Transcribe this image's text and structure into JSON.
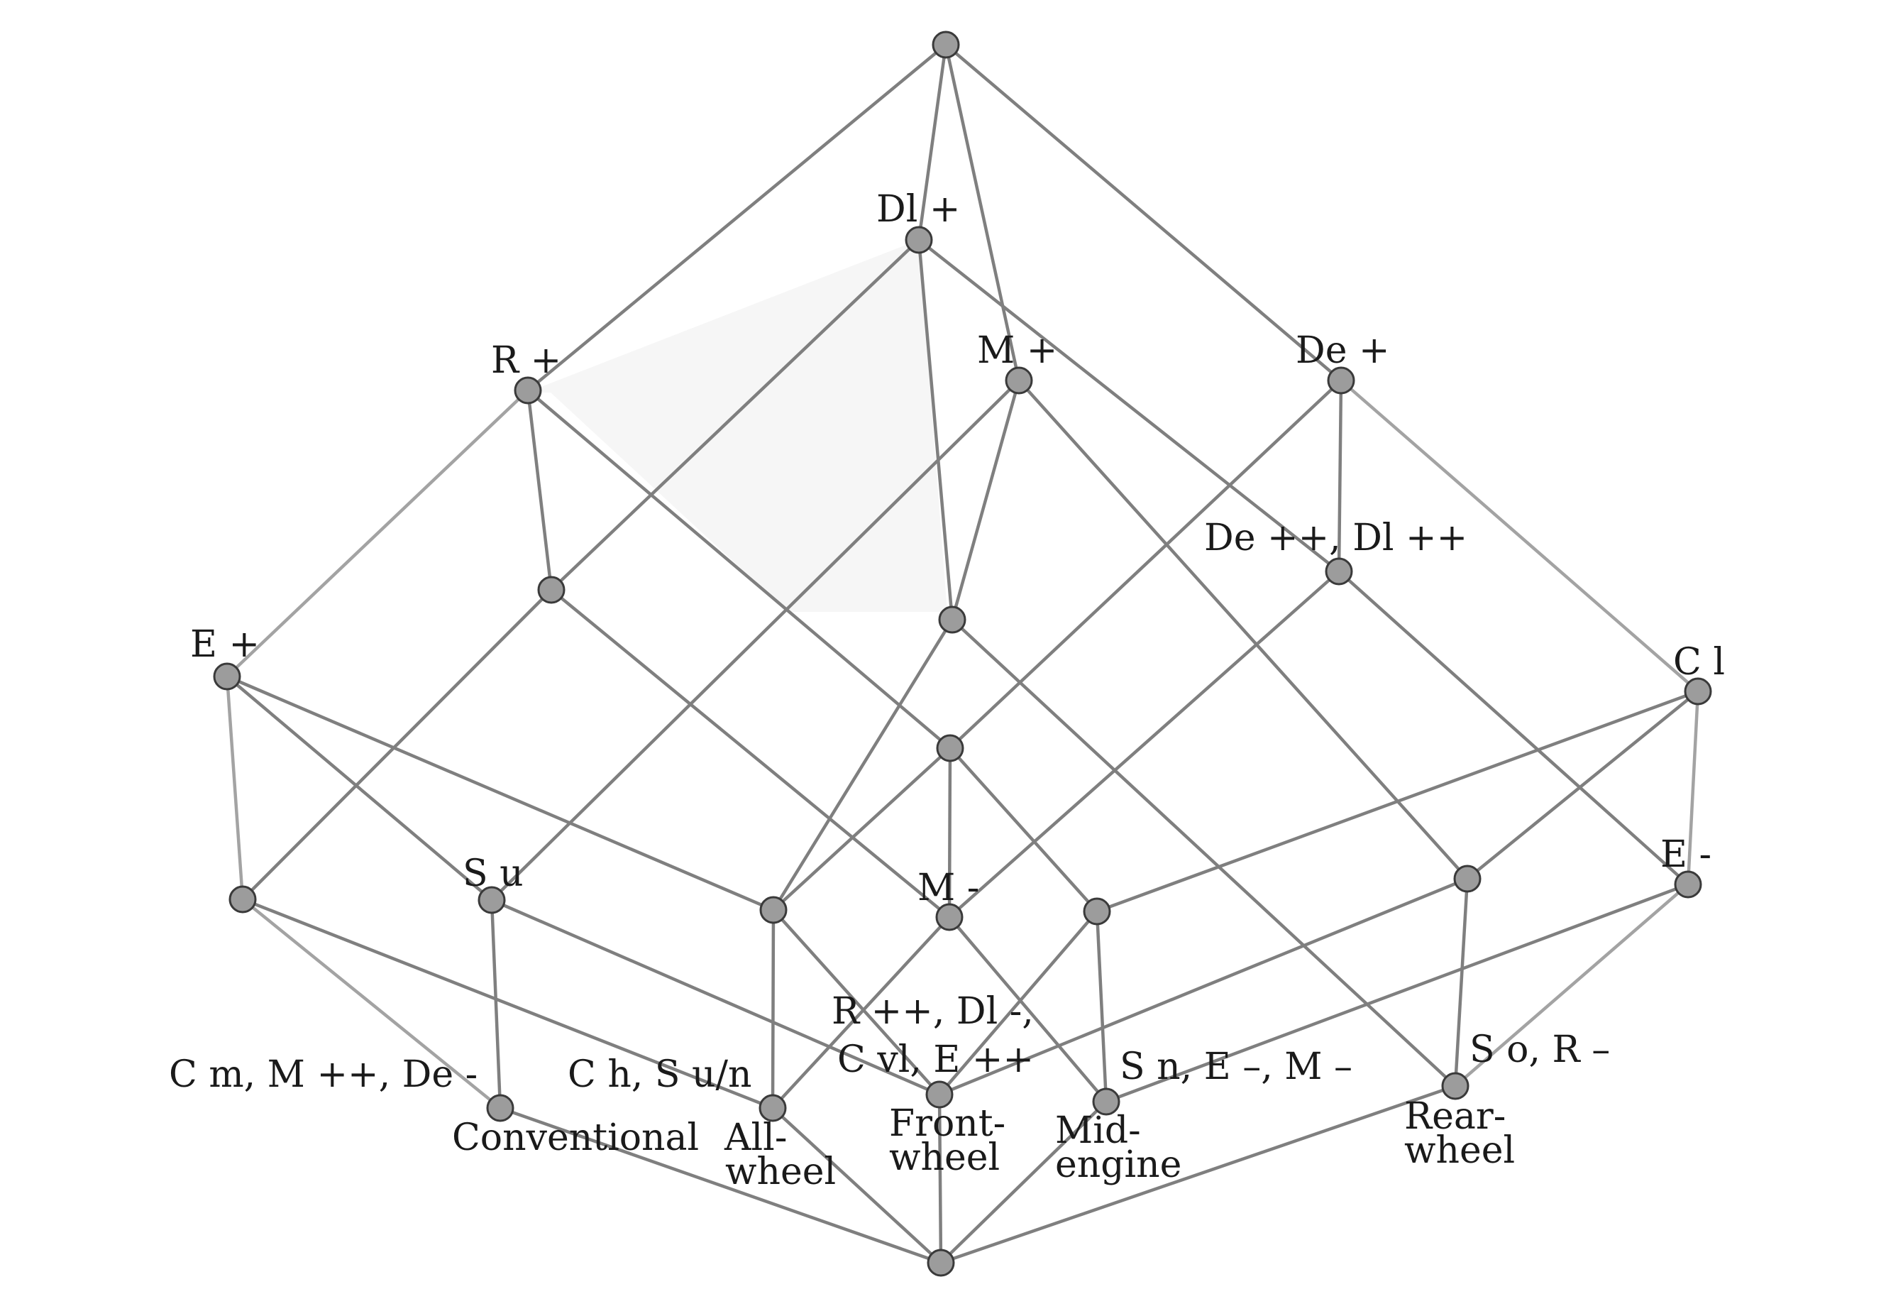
{
  "labels": {
    "dl_plus": "Dl +",
    "r_plus": "R +",
    "m_plus": "M +",
    "de_plus": "De +",
    "de_dl_plusplus": "De ++, Dl ++",
    "e_plus": "E +",
    "c_l": "C l",
    "s_u": "S u",
    "m_minus": "M -",
    "e_minus": "E -",
    "r_dl_line1": "R ++, Dl -,",
    "r_dl_line2": "C vl, E ++",
    "cm_line": "C m, M ++, De -",
    "ch_line": "C h, S u/n",
    "sn_line": "S n, E –, M –",
    "so_line": "S o, R –",
    "conventional": "Conventional",
    "allwheel_1": "All-",
    "allwheel_2": "wheel",
    "frontwheel_1": "Front-",
    "frontwheel_2": "wheel",
    "midengine_1": "Mid-",
    "midengine_2": "engine",
    "rearwheel_1": "Rear-",
    "rearwheel_2": "wheel"
  },
  "colors": {
    "edge": "#7f7f7f",
    "edge_light": "#a3a3a3",
    "node_fill": "#9c9c9c",
    "node_stroke": "#3a3a3a",
    "text": "#1a1a1a",
    "highlight_face": "#f6f6f6"
  }
}
